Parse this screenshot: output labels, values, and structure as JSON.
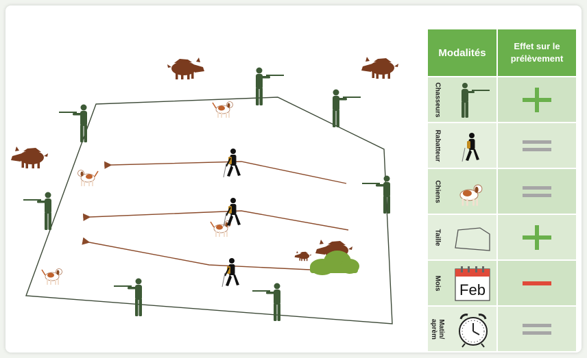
{
  "table": {
    "header_modalites": "Modalités",
    "header_effet": "Effet sur le prélèvement",
    "rows": [
      {
        "label": "Chasseurs",
        "effect": "plus",
        "icon": "hunter-icon"
      },
      {
        "label": "Rabatteur",
        "effect": "equal",
        "icon": "beater-icon"
      },
      {
        "label": "Chiens",
        "effect": "equal",
        "icon": "dog-icon"
      },
      {
        "label": "Taille",
        "effect": "plus",
        "icon": "area-polygon-icon"
      },
      {
        "label": "Mois",
        "effect": "minus",
        "icon": "calendar-icon",
        "calendar_text": "Feb"
      },
      {
        "label": "Matin/ aprèm",
        "effect": "equal",
        "icon": "alarm-clock-icon"
      }
    ]
  },
  "colors": {
    "header_green": "#6ab04c",
    "plus_green": "#6ab04c",
    "equal_gray": "#a6a6a6",
    "minus_red": "#e04a3a",
    "hunter_green": "#3d5a36",
    "boar_brown": "#7a3b1e",
    "arrow_brown": "#8a4a2a",
    "bush_green": "#7aa53a"
  }
}
